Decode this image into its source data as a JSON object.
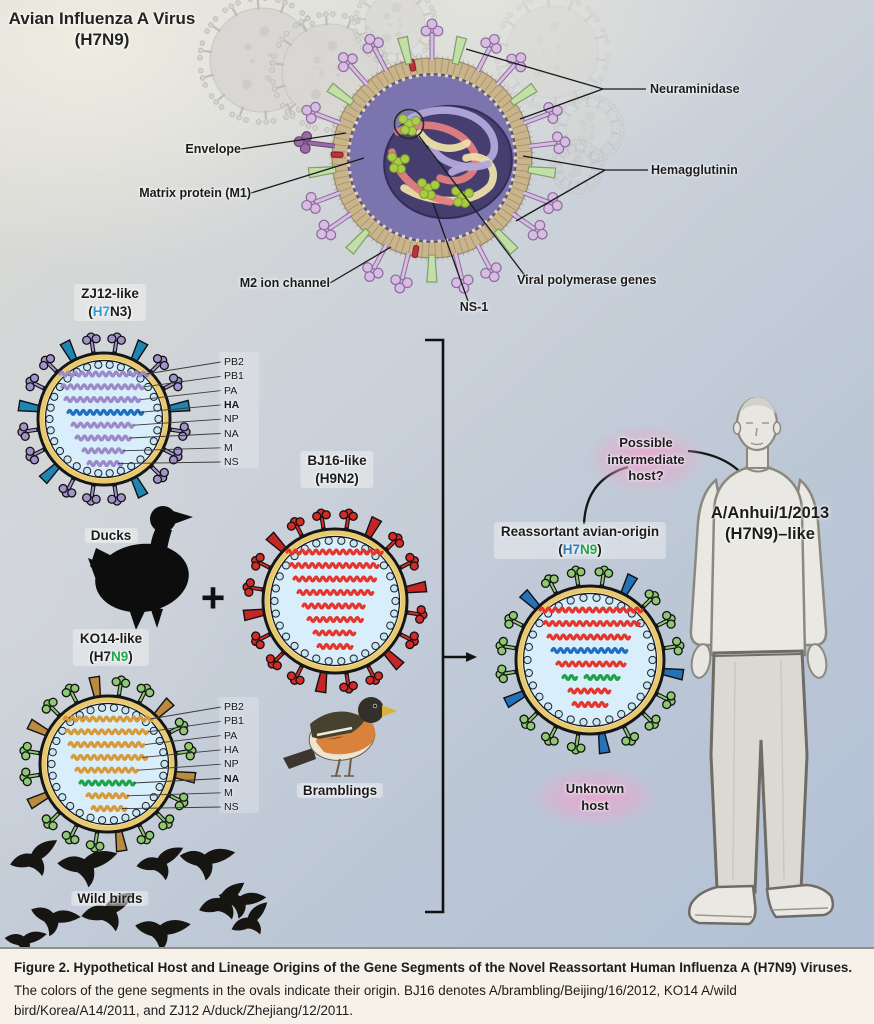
{
  "header": {
    "title_line1": "Avian Influenza A Virus",
    "title_line2": "(H7N9)"
  },
  "big_virus": {
    "labels": {
      "envelope": "Envelope",
      "matrix": "Matrix protein (M1)",
      "m2": "M2 ion channel",
      "ns1": "NS-1",
      "polymerase": "Viral polymerase genes",
      "neuraminidase": "Neuraminidase",
      "hemagglutinin": "Hemagglutinin"
    }
  },
  "genes": [
    "PB2",
    "PB1",
    "PA",
    "HA",
    "NP",
    "NA",
    "M",
    "NS"
  ],
  "viruses": {
    "zj12": {
      "name": "ZJ12-like",
      "bold_gene": "HA",
      "sub": [
        {
          "t": "(",
          "s": "color:#1a1a1a"
        },
        {
          "t": "H7",
          "s": "color:#2e9bd6"
        },
        {
          "t": "N3)",
          "s": "color:#1a1a1a"
        }
      ]
    },
    "ko14": {
      "name": "KO14-like",
      "bold_gene": "NA",
      "sub": [
        {
          "t": "(H7",
          "s": "color:#1a1a1a"
        },
        {
          "t": "N9",
          "s": "color:#21a14c"
        },
        {
          "t": ")",
          "s": "color:#1a1a1a"
        }
      ]
    },
    "bj16": {
      "name": "BJ16-like",
      "sub": [
        {
          "t": "(H9N2)",
          "s": "color:#1a1a1a"
        }
      ]
    },
    "reassortant": {
      "name": "Reassortant avian-origin",
      "sub": [
        {
          "t": "(",
          "s": "color:#1a1a1a"
        },
        {
          "t": "H7",
          "s": "color:#2e7cc4"
        },
        {
          "t": "N9",
          "s": "color:#21a14c"
        },
        {
          "t": ")",
          "s": "color:#1a1a1a"
        }
      ]
    }
  },
  "hosts": {
    "ducks": "Ducks",
    "bramblings": "Bramblings",
    "wild_birds": "Wild birds",
    "plus": "+",
    "unknown_line1": "Unknown",
    "unknown_line2": "host",
    "intermediate_line1": "Possible",
    "intermediate_line2": "intermediate",
    "intermediate_line3": "host?"
  },
  "human": {
    "label_line1": "A/Anhui/1/2013",
    "label_line2": "(H7N9)–like"
  },
  "caption": {
    "fig": "Figure 2.",
    "title": "Hypothetical Host and Lineage Origins of the Gene Segments of the Novel Reassortant Human Influenza A (H7N9) Viruses.",
    "body": "The colors of the gene segments in the ovals indicate their origin. BJ16 denotes A/brambling/Beijing/16/2012, KO14 A/wild bird/Korea/A14/2011, and ZJ12 A/duck/Zhejiang/12/2011."
  },
  "palette": {
    "figure_red": "#b5342c",
    "h7_blue": "#2e9bd6",
    "n9_green": "#21a14c",
    "zj12_segment": "#9a8ac6",
    "zj12_ha": "#1e6ec2",
    "zj12_lollipop": "#a393cc",
    "zj12_cone": "#1f86b4",
    "ko14_segment": "#d79a3a",
    "ko14_na": "#1fa24a",
    "ko14_lollipop": "#8fc873",
    "ko14_cone": "#b98a3f",
    "bj16_segment": "#e5362e",
    "bj16_lollipop": "#d32b28",
    "bj16_cone": "#c42525",
    "re_segment": "#e5362e",
    "re_lollipop": "#8fc873",
    "re_cone": "#2472b8",
    "virus_interior": "#d8effb",
    "membrane_yellow": "#e9c96a",
    "bead": "#c6e6f7",
    "bubble_pink": "#eba4cc",
    "big_envelope_tan": "#c9b48c",
    "big_matrix_purple": "#7b74ae",
    "big_core_purple": "#453e6e",
    "ribbon_salmon": "#e27e80",
    "ribbon_lavender": "#b3a8da",
    "ribbon_cream": "#ecdfa9",
    "polymerase_green": "#a8cb42",
    "m2_red": "#c42f3e",
    "big_spike_pink": "#d9bce4",
    "big_spike_green": "#c3dfa8",
    "big_spike_darkpurple": "#9a6aa8"
  }
}
